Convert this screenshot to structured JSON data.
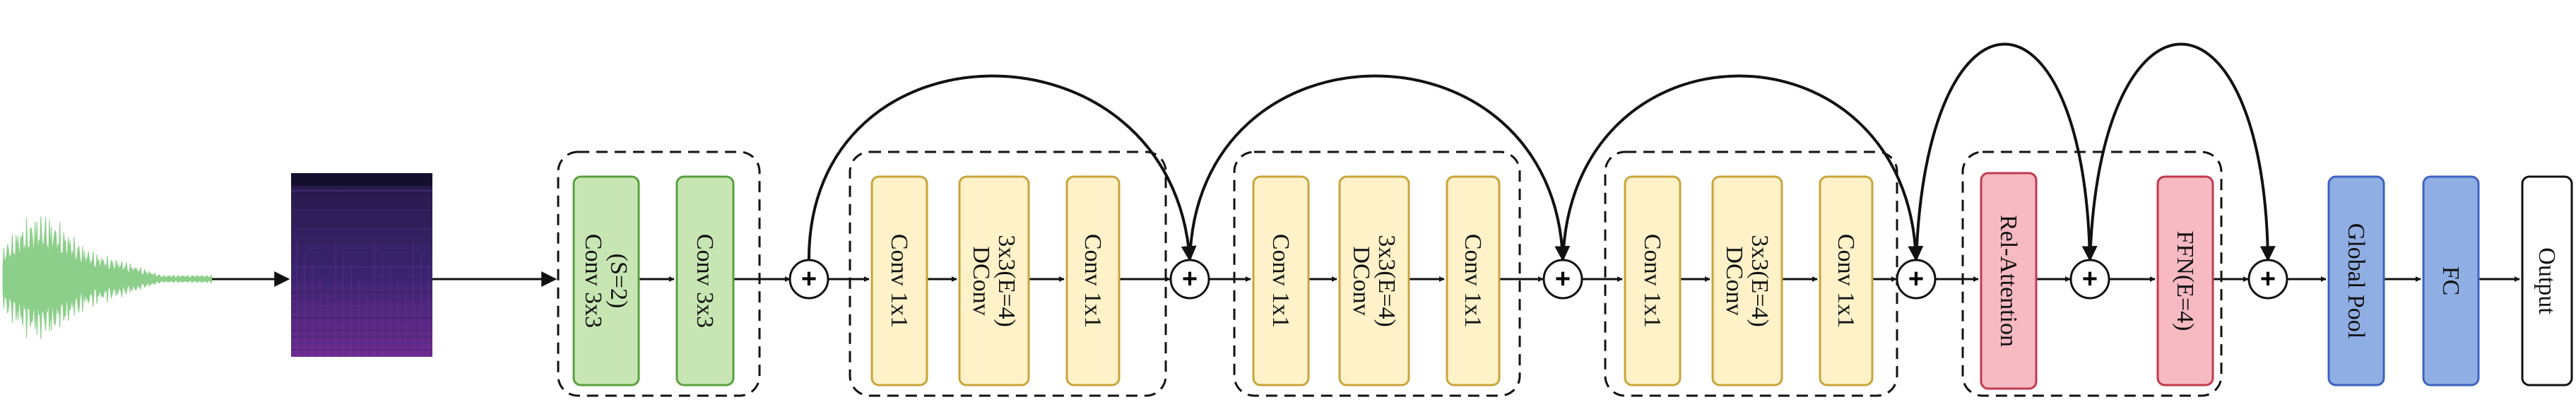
{
  "colors": {
    "green_fill": "#c7e6b3",
    "green_stroke": "#5aa040",
    "yellow_fill": "#fff2c9",
    "yellow_stroke": "#c9a43a",
    "red_fill": "#f7b9c2",
    "red_stroke": "#c23a4e",
    "blue_fill": "#8faee3",
    "blue_stroke": "#3e63c0",
    "white_fill": "#ffffff",
    "white_stroke": "#111111",
    "waveform": "#8ccf8a",
    "spectrogram_top": "#2b1e55",
    "spectrogram_bottom": "#6b2a8e",
    "line": "#111111"
  },
  "blocks": {
    "conv3x3_s2": {
      "lines": [
        "Conv 3x3",
        "(S=2)"
      ]
    },
    "conv3x3": {
      "lines": [
        "Conv 3x3"
      ]
    },
    "m1_conv1": {
      "lines": [
        "Conv 1x1"
      ]
    },
    "m1_dconv": {
      "lines": [
        "DConv",
        "3x3(E=4)"
      ]
    },
    "m1_conv2": {
      "lines": [
        "Conv 1x1"
      ]
    },
    "m2_conv1": {
      "lines": [
        "Conv 1x1"
      ]
    },
    "m2_dconv": {
      "lines": [
        "DConv",
        "3x3(E=4)"
      ]
    },
    "m2_conv2": {
      "lines": [
        "Conv 1x1"
      ]
    },
    "m3_conv1": {
      "lines": [
        "Conv 1x1"
      ]
    },
    "m3_dconv": {
      "lines": [
        "DConv",
        "3x3(E=4)"
      ]
    },
    "m3_conv2": {
      "lines": [
        "Conv 1x1"
      ]
    },
    "rel_attention": {
      "lines": [
        "Rel-Attention"
      ]
    },
    "ffn": {
      "lines": [
        "FFN(E=4)"
      ]
    },
    "global_pool": {
      "lines": [
        "Global Pool"
      ]
    },
    "fc": {
      "lines": [
        "FC"
      ]
    },
    "output": {
      "lines": [
        "Output"
      ]
    }
  },
  "add_symbol": "+"
}
